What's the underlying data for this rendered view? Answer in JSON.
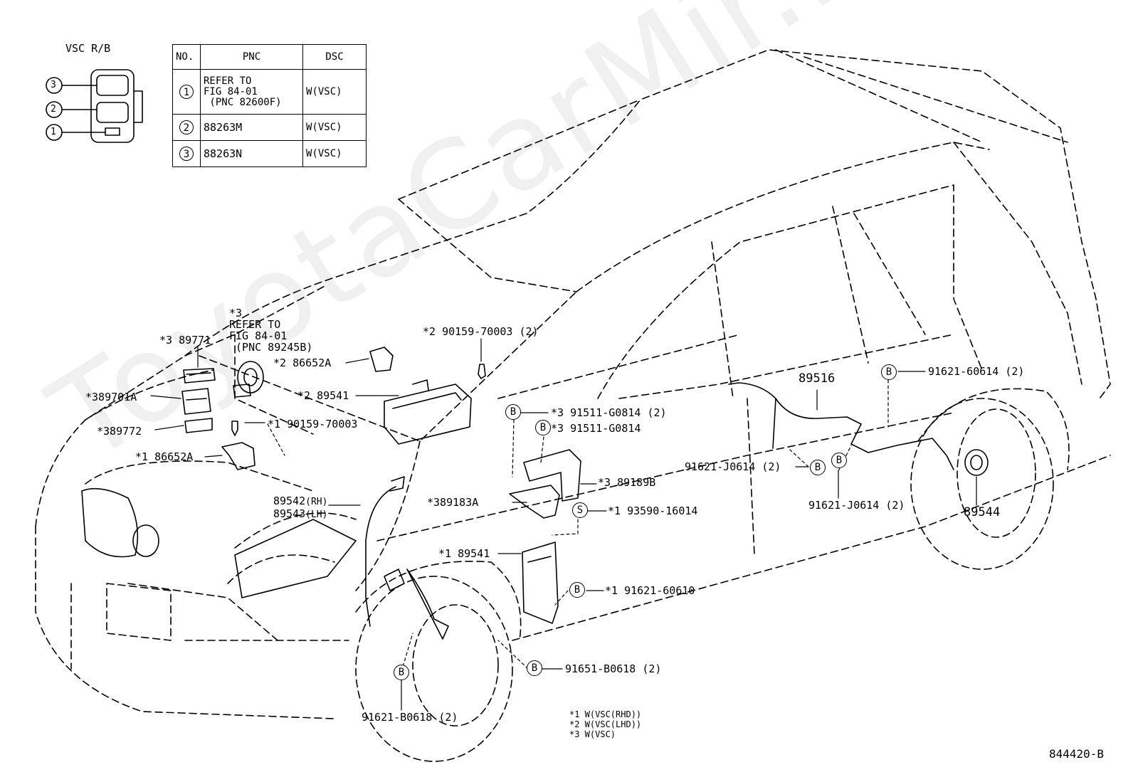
{
  "relay_block": {
    "title": "VSC R/B",
    "markers": [
      "3",
      "2",
      "1"
    ]
  },
  "table": {
    "headers": [
      "NO.",
      "PNC",
      "DSC"
    ],
    "rows": [
      {
        "no": "1",
        "pnc": "REFER TO\nFIG 84-01\n (PNC 82600F)",
        "dsc": "W(VSC)"
      },
      {
        "no": "2",
        "pnc": "88263M",
        "dsc": "W(VSC)"
      },
      {
        "no": "3",
        "pnc": "88263N",
        "dsc": "W(VSC)"
      }
    ]
  },
  "callouts": {
    "c_89771": "*3 89771",
    "c_refer": "*3\nREFER TO\nFIG 84-01\n (PNC 89245B)",
    "c_89701a": "*389701A",
    "c_89772": "*389772",
    "c_90159_1": "*1 90159-70003",
    "c_86652a_1": "*1 86652A",
    "c_86652a_2": "*2 86652A",
    "c_90159_2": "*2 90159-70003 (2)",
    "c_89541_2": "*2 89541",
    "c_91511_2": "*3 91511-G0814 (2)",
    "c_91511": "*3 91511-G0814",
    "c_89189b": "*3 89189B",
    "c_89183a": "*389183A",
    "c_93590": "*1 93590-16014",
    "c_89542": "89542",
    "c_89542_rh": "(RH)",
    "c_89543": "89543",
    "c_89543_lh": "(LH)",
    "c_89541_1": "*1 89541",
    "c_91621_60610": "*1 91621-60610",
    "c_91651": "91651-B0618 (2)",
    "c_91621_b0618": "91621-B0618 (2)",
    "c_89516": "89516",
    "c_91621_60614": "91621-60614 (2)",
    "c_91621_j0614_a": "91621-J0614 (2)",
    "c_91621_j0614_b": "91621-J0614 (2)",
    "c_89544": "89544"
  },
  "markers": {
    "b": "B",
    "s": "S"
  },
  "notes": [
    "*1 W(VSC(RHD))",
    "*2 W(VSC(LHD))",
    "*3 W(VSC)"
  ],
  "figure_code": "844420-B",
  "watermark": "ToyotaCarMir.ru"
}
